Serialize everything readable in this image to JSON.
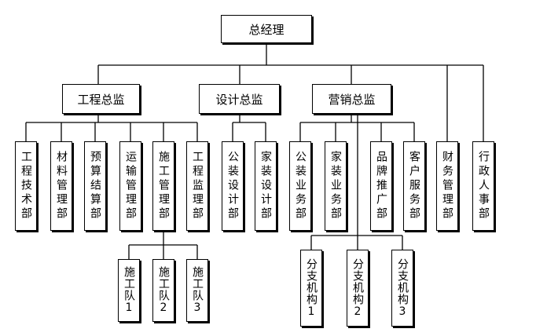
{
  "ceo": "总经理",
  "directors": {
    "engineering": "工程总监",
    "design": "设计总监",
    "marketing": "营销总监"
  },
  "engineering_departments": [
    "工程技术部",
    "材料管理部",
    "预算结算部",
    "运输管理部",
    "施工管理部",
    "工程监理部"
  ],
  "construction_teams": [
    "施工队1",
    "施工队2",
    "施工队3"
  ],
  "design_departments": [
    "公装设计部",
    "家装设计部"
  ],
  "marketing_departments": [
    "公装业务部",
    "家装业务部",
    "品牌推广部",
    "客户服务部"
  ],
  "branches": [
    "分支机构1",
    "分支机构2",
    "分支机构3"
  ],
  "standalone_departments": [
    "财务管理部",
    "行政人事部"
  ]
}
